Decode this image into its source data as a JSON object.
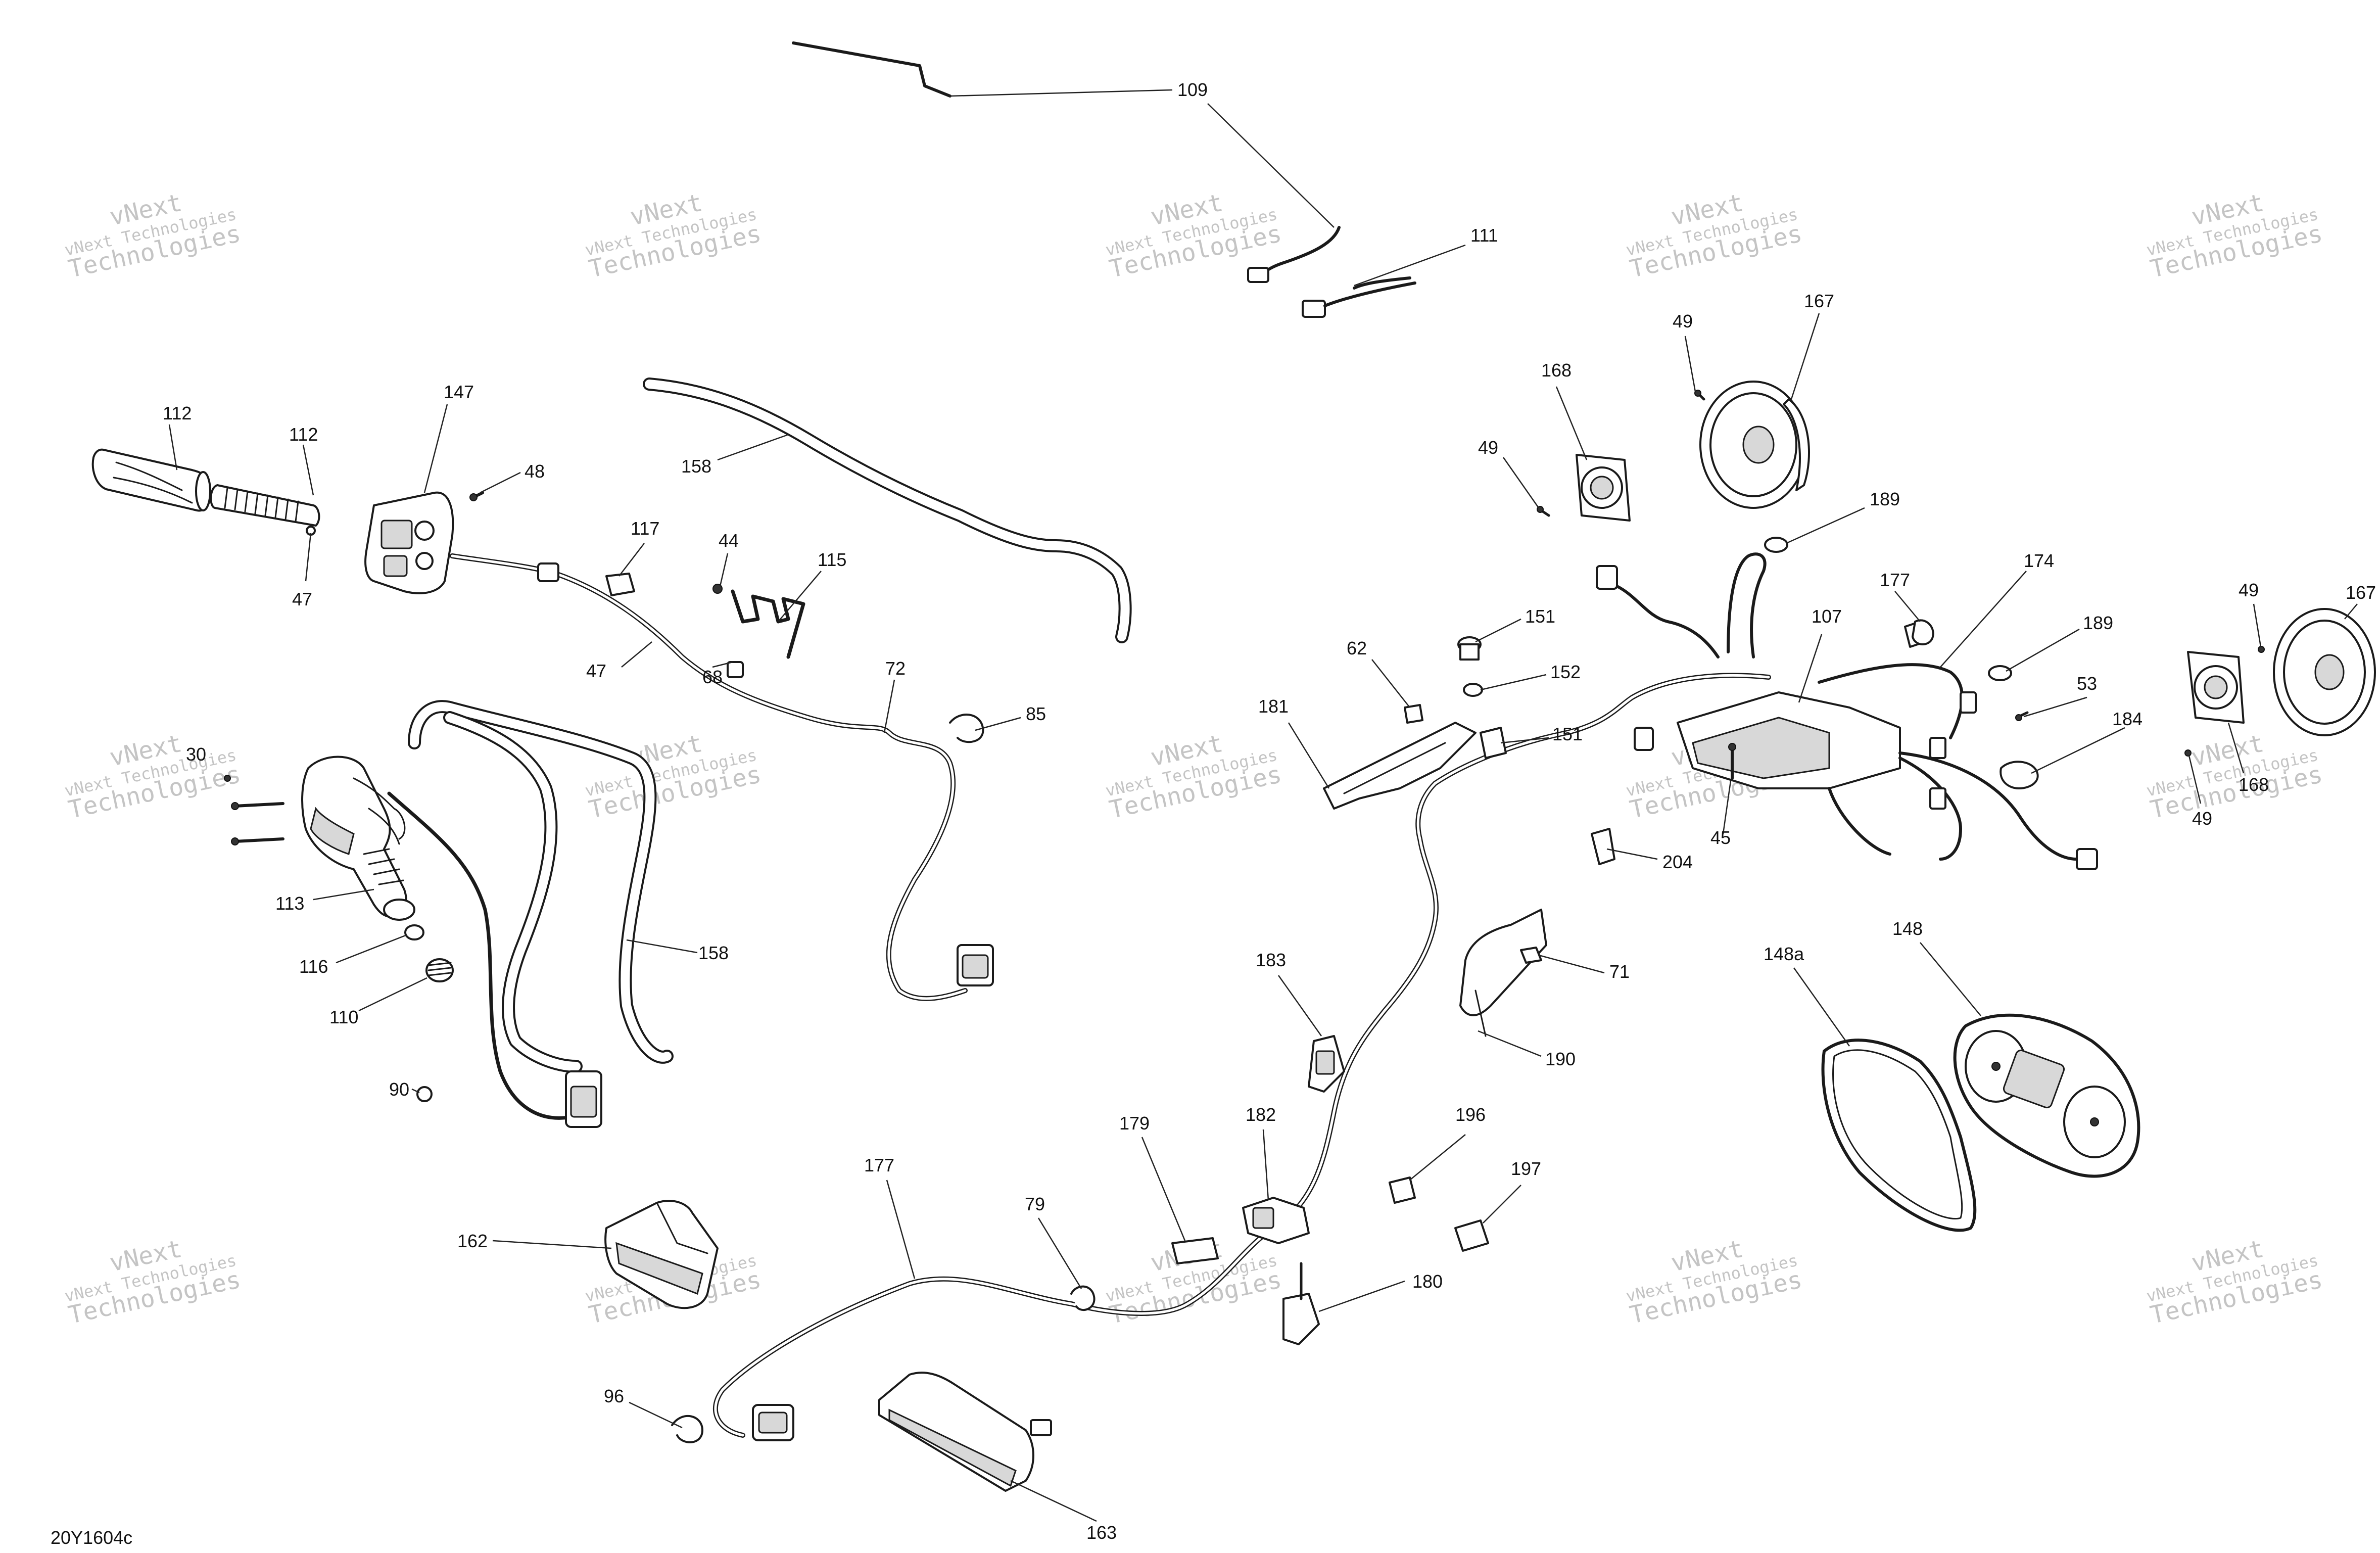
{
  "figure_code": "20Y1604c",
  "watermark": {
    "top_line": "vNext",
    "middle_line": "vNext Technologies",
    "bottom_line": "Technologies"
  },
  "callouts": [
    {
      "id": "c109",
      "label": "109"
    },
    {
      "id": "c111",
      "label": "111"
    },
    {
      "id": "c112a",
      "label": "112"
    },
    {
      "id": "c112b",
      "label": "112"
    },
    {
      "id": "c147",
      "label": "147"
    },
    {
      "id": "c48",
      "label": "48"
    },
    {
      "id": "c47a",
      "label": "47"
    },
    {
      "id": "c158a",
      "label": "158"
    },
    {
      "id": "c117",
      "label": "117"
    },
    {
      "id": "c44",
      "label": "44"
    },
    {
      "id": "c115",
      "label": "115"
    },
    {
      "id": "c47b",
      "label": "47"
    },
    {
      "id": "c68",
      "label": "68"
    },
    {
      "id": "c72",
      "label": "72"
    },
    {
      "id": "c85",
      "label": "85"
    },
    {
      "id": "c30",
      "label": "30"
    },
    {
      "id": "c113",
      "label": "113"
    },
    {
      "id": "c116",
      "label": "116"
    },
    {
      "id": "c110",
      "label": "110"
    },
    {
      "id": "c158b",
      "label": "158"
    },
    {
      "id": "c90",
      "label": "90"
    },
    {
      "id": "c162",
      "label": "162"
    },
    {
      "id": "c177a",
      "label": "177"
    },
    {
      "id": "c79",
      "label": "79"
    },
    {
      "id": "c179",
      "label": "179"
    },
    {
      "id": "c182",
      "label": "182"
    },
    {
      "id": "c183",
      "label": "183"
    },
    {
      "id": "c96",
      "label": "96"
    },
    {
      "id": "c163",
      "label": "163"
    },
    {
      "id": "c180",
      "label": "180"
    },
    {
      "id": "c196",
      "label": "196"
    },
    {
      "id": "c197",
      "label": "197"
    },
    {
      "id": "c190",
      "label": "190"
    },
    {
      "id": "c71",
      "label": "71"
    },
    {
      "id": "c204",
      "label": "204"
    },
    {
      "id": "c62",
      "label": "62"
    },
    {
      "id": "c151a",
      "label": "151"
    },
    {
      "id": "c152",
      "label": "152"
    },
    {
      "id": "c151b",
      "label": "151"
    },
    {
      "id": "c181",
      "label": "181"
    },
    {
      "id": "c45",
      "label": "45"
    },
    {
      "id": "c168a",
      "label": "168"
    },
    {
      "id": "c49a",
      "label": "49"
    },
    {
      "id": "c49b",
      "label": "49"
    },
    {
      "id": "c167a",
      "label": "167"
    },
    {
      "id": "c189a",
      "label": "189"
    },
    {
      "id": "c177b",
      "label": "177"
    },
    {
      "id": "c107",
      "label": "107"
    },
    {
      "id": "c174",
      "label": "174"
    },
    {
      "id": "c189b",
      "label": "189"
    },
    {
      "id": "c53",
      "label": "53"
    },
    {
      "id": "c184",
      "label": "184"
    },
    {
      "id": "c49c",
      "label": "49"
    },
    {
      "id": "c167b",
      "label": "167"
    },
    {
      "id": "c168b",
      "label": "168"
    },
    {
      "id": "c49d",
      "label": "49"
    },
    {
      "id": "c148a",
      "label": "148a"
    },
    {
      "id": "c148",
      "label": "148"
    }
  ]
}
